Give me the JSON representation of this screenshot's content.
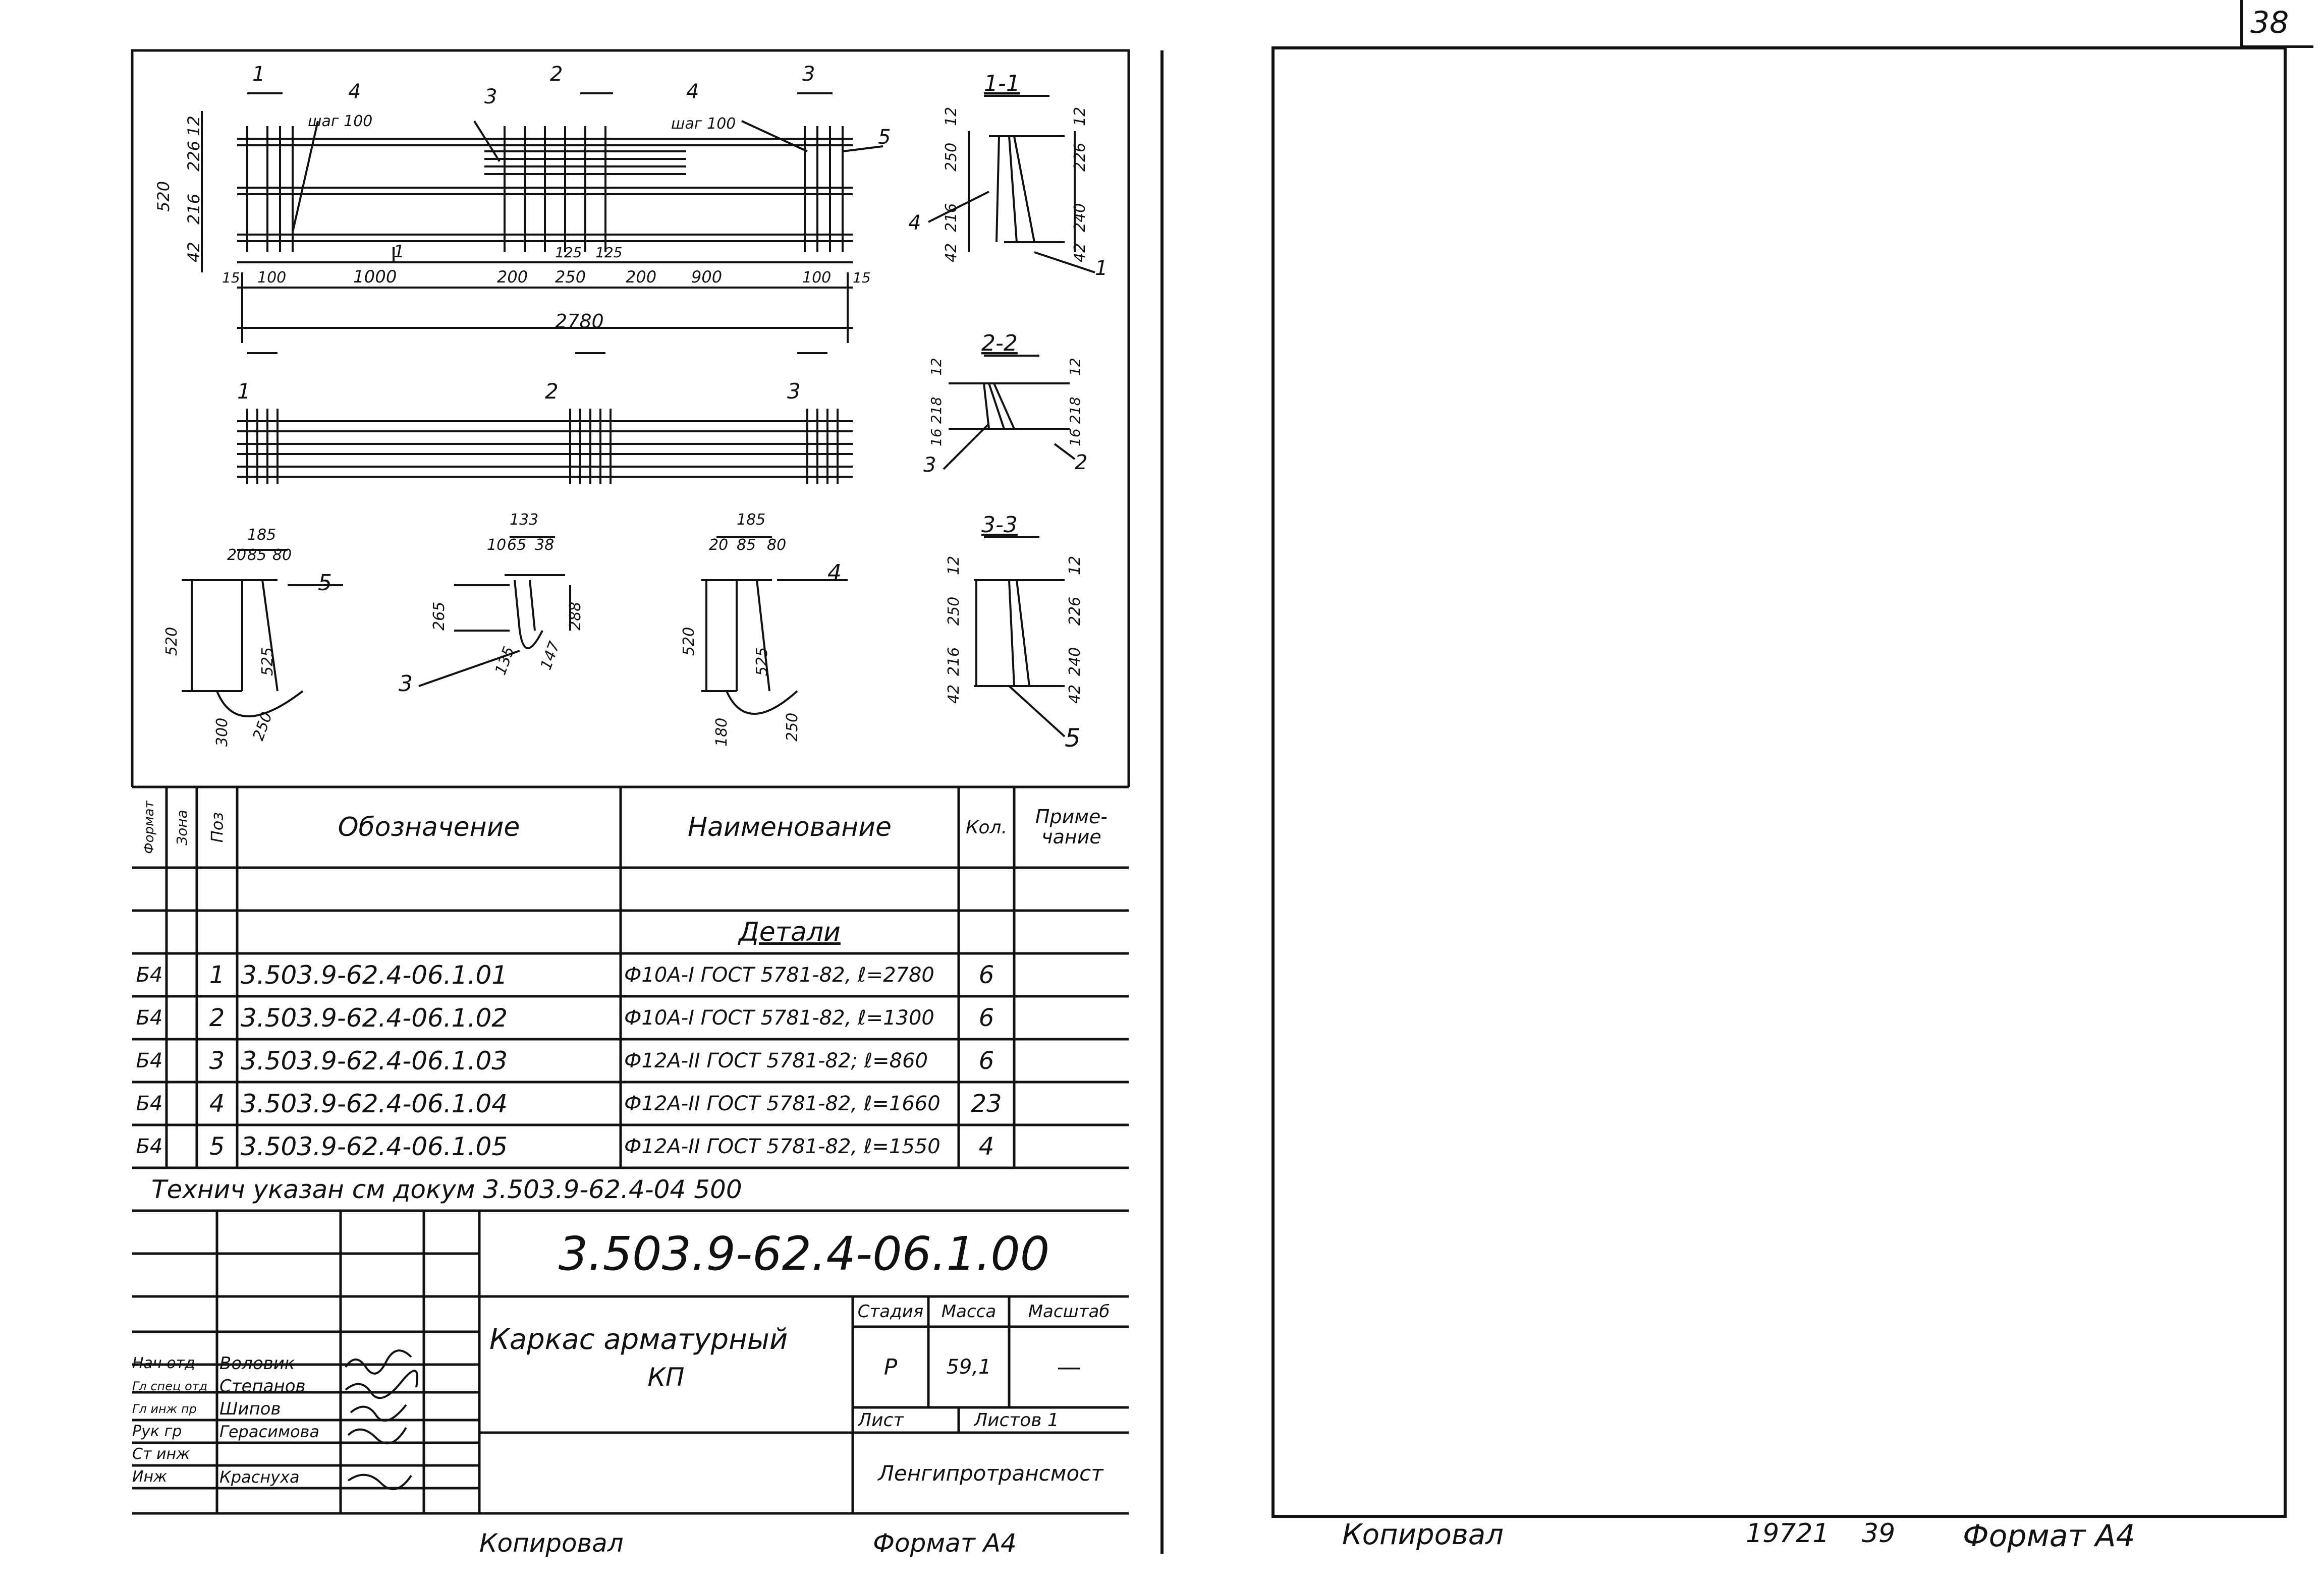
{
  "page_number": "38",
  "drawing_labels": {
    "cut_1": "1",
    "cut_2": "2",
    "cut_3": "3",
    "pos_4": "4",
    "pos_3": "3",
    "pos_5": "5",
    "step_left": "шаг 100",
    "step_right": "шаг 100",
    "dim_520": "520",
    "dim_12": "12",
    "dim_226": "226",
    "dim_216": "216",
    "dim_42": "42",
    "dim_15": "15",
    "dim_100": "100",
    "dim_1000": "1000",
    "dim_200": "200",
    "dim_125": "125",
    "dim_250": "250",
    "dim_900": "900",
    "dim_2780": "2780",
    "marker_1": "1",
    "section_1_title": "1-1",
    "section_2_title": "2-2",
    "section_3_title": "3-3",
    "s_250": "250",
    "s_240": "240",
    "s_226": "226",
    "s_216": "216",
    "s_12": "12",
    "s_42": "42",
    "s_16": "16",
    "s_218": "218",
    "b1_185": "185",
    "b1_20": "20",
    "b1_85": "85",
    "b1_80": "80",
    "b1_520": "520",
    "b1_525": "525",
    "b1_300": "300",
    "b1_250": "250",
    "b2_133": "133",
    "b2_10": "10",
    "b2_65": "65",
    "b2_38": "38",
    "b2_265": "265",
    "b2_288": "288",
    "b2_135": "135",
    "b2_147": "147",
    "b3_185": "185",
    "b3_20": "20",
    "b3_85": "85",
    "b3_80": "80",
    "b3_520": "520",
    "b3_525": "525",
    "b3_180": "180",
    "b3_250": "250"
  },
  "spec_table": {
    "headers": {
      "format": "Формат",
      "zone": "Зона",
      "pos": "Поз",
      "designation": "Обозначение",
      "name": "Наименование",
      "qty": "Кол.",
      "note": "Приме-\nчание"
    },
    "section_title": "Детали",
    "rows": [
      {
        "format": "Б4",
        "pos": "1",
        "designation": "3.503.9-62.4-06.1.01",
        "name": "Ф10А-I ГОСТ 5781-82, ℓ=2780",
        "qty": "6"
      },
      {
        "format": "Б4",
        "pos": "2",
        "designation": "3.503.9-62.4-06.1.02",
        "name": "Ф10А-I ГОСТ 5781-82, ℓ=1300",
        "qty": "6"
      },
      {
        "format": "Б4",
        "pos": "3",
        "designation": "3.503.9-62.4-06.1.03",
        "name": "Ф12А-II ГОСТ 5781-82; ℓ=860",
        "qty": "6"
      },
      {
        "format": "Б4",
        "pos": "4",
        "designation": "3.503.9-62.4-06.1.04",
        "name": "Ф12А-II ГОСТ 5781-82, ℓ=1660",
        "qty": "23"
      },
      {
        "format": "Б4",
        "pos": "5",
        "designation": "3.503.9-62.4-06.1.05",
        "name": "Ф12А-II ГОСТ 5781-82, ℓ=1550",
        "qty": "4"
      }
    ]
  },
  "tech_note": "Технич указан см докум 3.503.9-62.4-04 500",
  "title_block": {
    "doc_code": "3.503.9-62.4-06.1.00",
    "product_name_line1": "Каркас арматурный",
    "product_name_line2": "КП",
    "stage_label": "Стадия",
    "mass_label": "Масса",
    "scale_label": "Масштаб",
    "stage_value": "Р",
    "mass_value": "59,1",
    "scale_value": "—",
    "sheet_label": "Лист",
    "sheets_label": "Листов 1",
    "organization": "Ленгипротрансмост",
    "people": [
      {
        "role": "Нач отд",
        "name": "Воловик"
      },
      {
        "role": "Гл спец отд",
        "name": "Степанов"
      },
      {
        "role": "Гл инж пр",
        "name": "Шипов"
      },
      {
        "role": "Рук гр",
        "name": "Герасимова"
      },
      {
        "role": "Ст инж",
        "name": ""
      },
      {
        "role": "Инж",
        "name": "Краснуха"
      }
    ]
  },
  "footer_left": {
    "copied": "Копировал",
    "format": "Формат А4"
  },
  "footer_right": {
    "copied": "Копировал",
    "number": "19721",
    "sheet": "39",
    "format": "Формат А4"
  }
}
